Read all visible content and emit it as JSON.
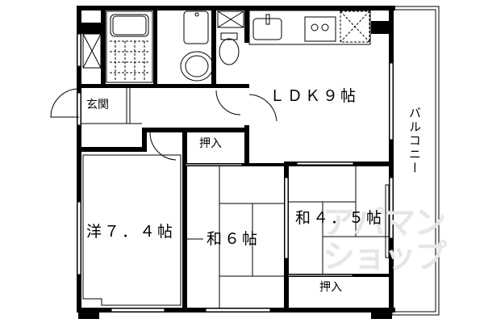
{
  "floorplan": {
    "rooms": {
      "ldk": "ＬＤＫ９帖",
      "western": "洋７．４帖",
      "japanese6": "和６帖",
      "japanese45": "和４．５帖",
      "entrance": "玄関",
      "closet_upper": "押入",
      "closet_lower": "押入",
      "balcony": "バルコニー"
    },
    "watermark": {
      "line1": "アパマン",
      "line2": "ショップ"
    },
    "colors": {
      "wall": "#000000",
      "background": "#ffffff",
      "watermark": "#e6e6e6"
    }
  }
}
